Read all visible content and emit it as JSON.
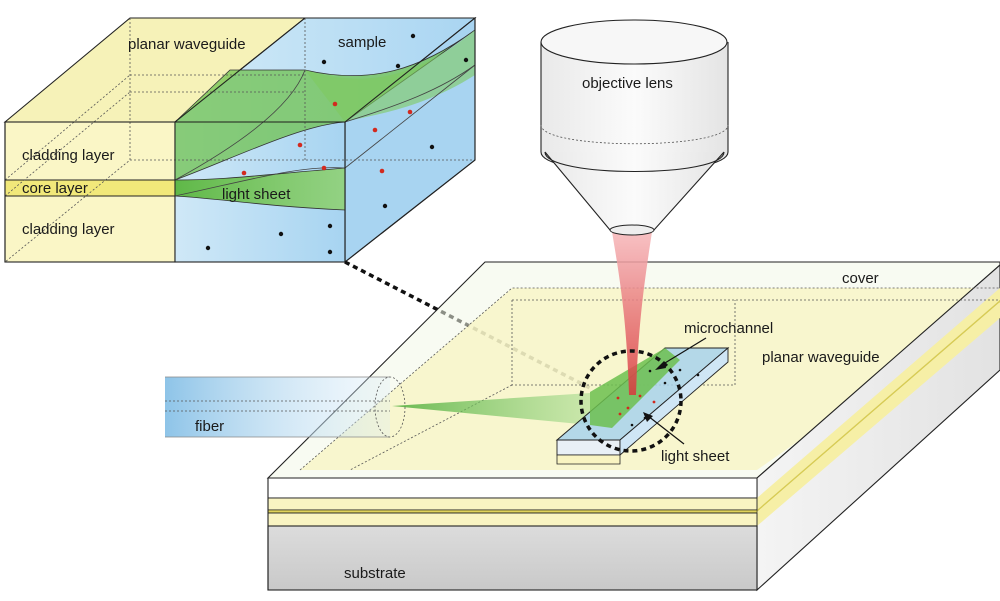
{
  "labels": {
    "planar_waveguide_top": "planar waveguide",
    "sample": "sample",
    "cladding_upper": "cladding layer",
    "core": "core layer",
    "cladding_lower": "cladding layer",
    "light_sheet_inset": "light sheet",
    "objective_lens": "objective lens",
    "cover": "cover",
    "microchannel": "microchannel",
    "planar_waveguide_main": "planar waveguide",
    "fiber": "fiber",
    "light_sheet_main": "light sheet",
    "substrate": "substrate"
  },
  "colors": {
    "cladding": "#faf6c4",
    "core": "#f1e87a",
    "sample": "#b9dcf3",
    "light_sheet": "#6cbf4f",
    "beam": "#e05a5e",
    "substrate": "#d6d6d6",
    "lens": "#f2f2f2",
    "particle_sample": "#111111",
    "particle_excited": "#d22a1f"
  }
}
